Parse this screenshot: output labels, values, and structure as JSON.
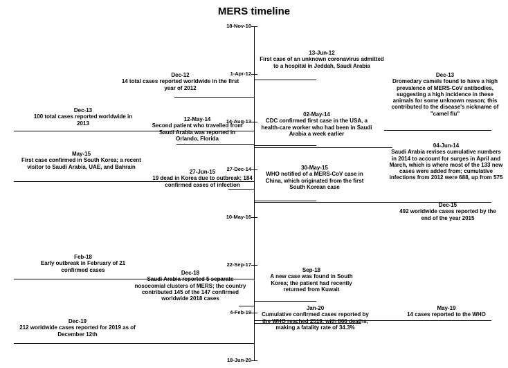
{
  "title": "MERS timeline",
  "axis_ticks": [
    "18-Nov-10",
    "1-Apr-12",
    "14-Aug-13",
    "27-Dec-14",
    "10-May-16",
    "22-Sep-17",
    "4-Feb-19",
    "18-Jun-20"
  ],
  "events": [
    {
      "date": "13-Jun-12",
      "text": "First case of an unknown coronavirus admitted to a hospital in Jeddah, Saudi Arabia"
    },
    {
      "date": "Dec-12",
      "text": "14 total cases reported worldwide in the first year of 2012"
    },
    {
      "date": "Dec-13",
      "text": "Dromedary camels found to have a high prevalence of MERS-CoV antibodies, suggesting a high incidence in these animals for some unknown reason; this contributed to the disease's nickname of \"camel flu\""
    },
    {
      "date": "Dec-13",
      "text": "100 total cases reported worldwide in 2013"
    },
    {
      "date": "12-May-14",
      "text": "Second patient who travelled from Saudi Arabia was reported in Orlando, Florida"
    },
    {
      "date": "02-May-14",
      "text": "CDC confirmed first case in the USA, a health-care worker who had been in Saudi Arabia a week earlier"
    },
    {
      "date": "04-Jun-14",
      "text": "Saudi Arabia revises cumulative numbers in 2014 to account for surges in April and March, which is where most of the 133 new cases were added from; cumulative infections from 2012 were 688, up from 575"
    },
    {
      "date": "May-15",
      "text": "First case confirmed in South Korea; a recent visitor to Saudi Arabia, UAE, and Bahrain"
    },
    {
      "date": "27-Jun-15",
      "text": "19 dead in Korea due to outbreak; 184 confirmed cases of infection"
    },
    {
      "date": "30-May-15",
      "text": "WHO notified of a MERS-CoV case in China, which originated from the first South Korean case"
    },
    {
      "date": "Dec-15",
      "text": "492 worldwide cases reported by the end of the year 2015"
    },
    {
      "date": "Feb-18",
      "text": "Early outbreak in February of 21 confirmed cases"
    },
    {
      "date": "Dec-18",
      "text": "Saudi Arabia reported 5 separate nosocomial clusters of MERS; the country contributed 145 of the 147 confirmed worldwide 2018 cases"
    },
    {
      "date": "Sep-18",
      "text": "A new case was found in South Korea; the patient had recently returned from Kuwait"
    },
    {
      "date": "Jan-20",
      "text": "Cumulative confirmed cases reported by the WHO reached 2519, with 866 deaths, making a fatality rate of 34.3%"
    },
    {
      "date": "May-19",
      "text": "14 cases reported to the WHO"
    },
    {
      "date": "Dec-19",
      "text": "212 worldwide cases reported for 2019 as of December 12th"
    }
  ]
}
